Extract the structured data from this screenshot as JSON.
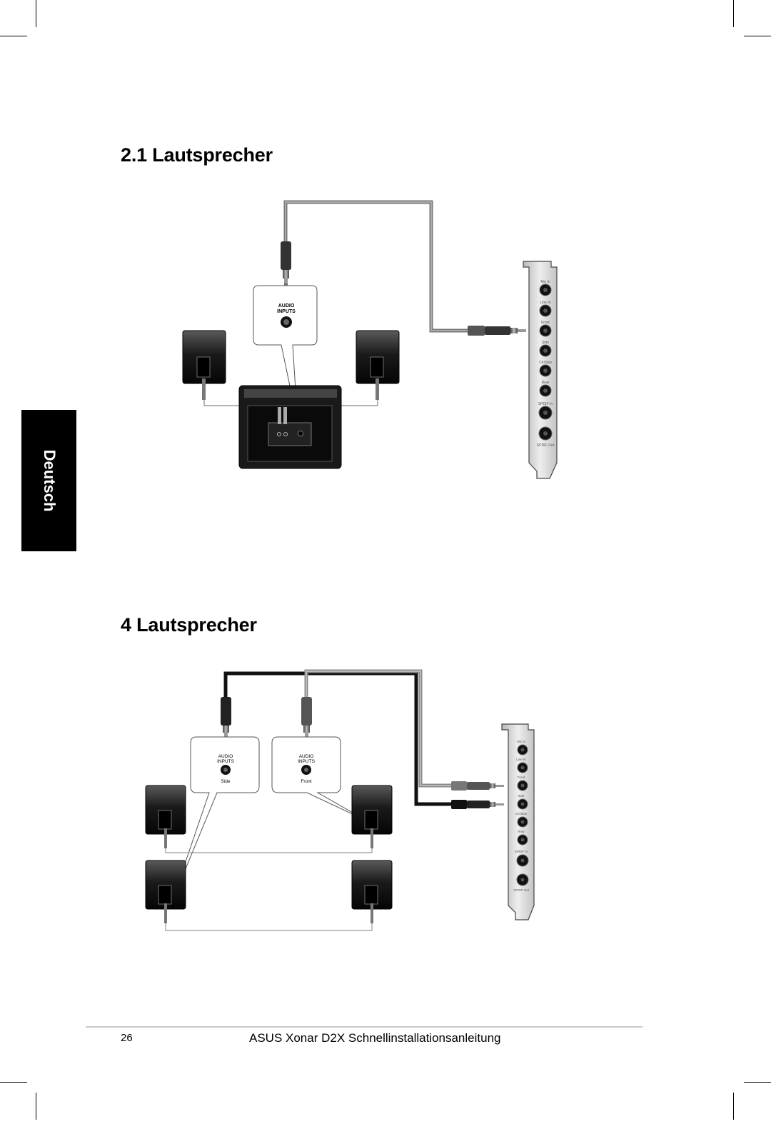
{
  "section_1": {
    "title": "2.1 Lautsprecher"
  },
  "section_2": {
    "title": "4 Lautsprecher"
  },
  "language_tab": "Deutsch",
  "box_2_1": {
    "label_line1": "AUDIO",
    "label_line2": "INPUTS"
  },
  "box_side": {
    "label_line1": "AUDIO",
    "label_line2": "INPUTS",
    "caption": "Side"
  },
  "box_front": {
    "label_line1": "AUDIO",
    "label_line2": "INPUTS",
    "caption": "Front"
  },
  "card_ports": [
    "Mic In",
    "Line In",
    "Front",
    "Side",
    "Ctr/Sbw",
    "Rear",
    "SPDIF In",
    "SPDIF Out"
  ],
  "footer": {
    "page_number": "26",
    "title": "ASUS Xonar D2X Schnellinstallationsanleitung"
  }
}
